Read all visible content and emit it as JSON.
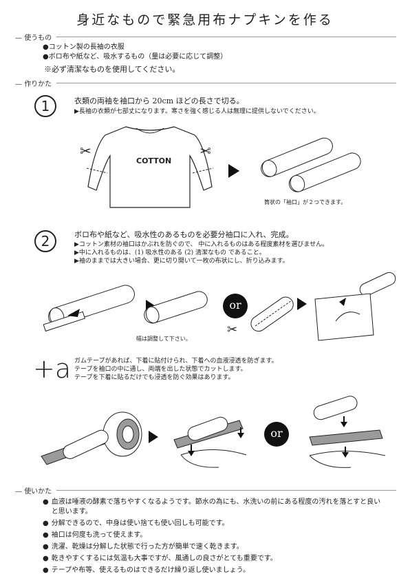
{
  "title": "身近なもので緊急用布ナプキンを作る",
  "materials": {
    "heading": "使うもの",
    "items": [
      "●コットン製の長袖の衣服",
      "●ボロ布や紙など、吸水するもの（量は必要に応じて調整）"
    ],
    "note": "※必ず清潔なものを使用してください。"
  },
  "howto": {
    "heading": "作りかた",
    "step1": {
      "number": "1",
      "text": "衣類の両袖を袖口から 20cm ほどの長さで切る。",
      "note": "▶長袖の衣類が七部丈になります。寒さを強く感じる人は無理に提供しないでください。",
      "shirt_text": "COTTON",
      "caption": "筒状の「袖口」が２つできます。"
    },
    "step2": {
      "number": "2",
      "text": "ボロ布や紙など、吸水性のあるものを必要分袖口に入れ、完成。",
      "notes": [
        "▶コットン素材の袖口はかぶれを防ぐので、 中に入れるものはある程度素材を選びません。",
        "▶中に入れるものは、(1) 吸水性のある (2) 清潔なもの であること。",
        "▶袖のままでは大きい場合、更に切り開いて一枚の布状にし、折り込みます。"
      ],
      "caption": "幅は調整して下さい。",
      "or_label": "or"
    },
    "plus_a": {
      "symbol": "+a",
      "lines": [
        "ガムテープがあれば、下着に貼付けられ、下着への血液浸透を防ぎます。",
        "テープを袖口の中に通し、両端を出した状態でカットします。",
        "テープを下着に貼るだけでも浸透を防ぐ効果はあります。"
      ],
      "or_label": "or"
    }
  },
  "usage": {
    "heading": "使いかた",
    "items": [
      "血液は唾液の酵素で落ちやすくなるようです。節水の為にも、水洗いの前にある程度の汚れを落とすと良いと思います。",
      "分解できるので、中身は使い捨ても使い回しも可能です。",
      "袖口は何度も洗って使えます。",
      "洗濯、乾燥は分解した状態で行った方が簡単で速く乾きます。",
      "乾きやすくするには気温も大事ですが、風通しの良さがとても重要です。",
      "テープや布等、使えるものはできるだけ繰り返し使いましょう。"
    ]
  },
  "icons": {
    "scissors": "scissors-icon",
    "arrow": "triangle-arrow-icon",
    "down": "down-arrow-icon"
  },
  "colors": {
    "ink": "#222222",
    "rule": "#999999",
    "tape": "#9a9a9a"
  }
}
